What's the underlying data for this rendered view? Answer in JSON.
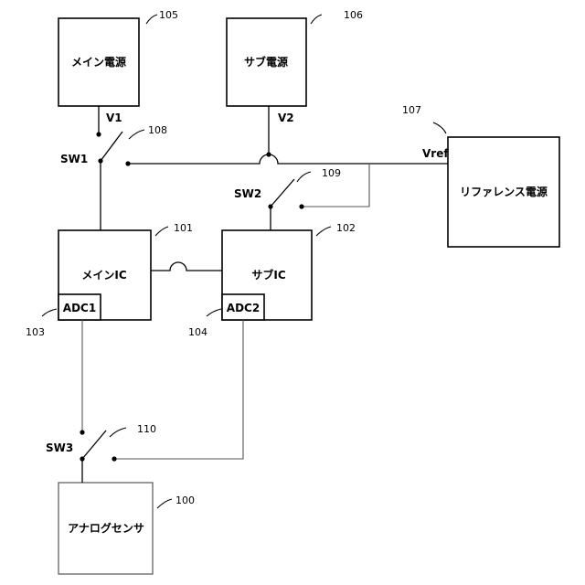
{
  "blocks": {
    "main_power": {
      "label": "メイン電源",
      "ref": "105"
    },
    "sub_power": {
      "label": "サブ電源",
      "ref": "106"
    },
    "reference_power": {
      "label": "リファレンス電源",
      "ref": "107"
    },
    "main_ic": {
      "label": "メインIC",
      "ref": "101"
    },
    "sub_ic": {
      "label": "サブIC",
      "ref": "102"
    },
    "adc1": {
      "label": "ADC1",
      "ref": "103"
    },
    "adc2": {
      "label": "ADC2",
      "ref": "104"
    },
    "analog_sensor": {
      "label": "アナログセンサ",
      "ref": "100"
    }
  },
  "switches": {
    "sw1": {
      "label": "SW1",
      "ref": "108"
    },
    "sw2": {
      "label": "SW2",
      "ref": "109"
    },
    "sw3": {
      "label": "SW3",
      "ref": "110"
    }
  },
  "signals": {
    "v1": "V1",
    "v2": "V2",
    "vref": "Vref"
  }
}
